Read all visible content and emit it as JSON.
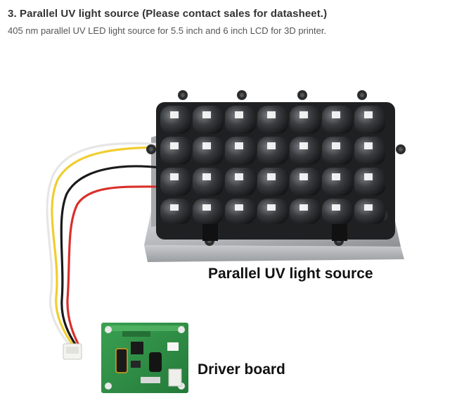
{
  "section": {
    "heading": "3. Parallel UV light source (Please contact sales for datasheet.)",
    "description": "405 nm  parallel UV LED light source for 5.5 inch and 6 inch LCD for 3D printer."
  },
  "figure": {
    "label_light_source": "Parallel UV light source",
    "label_driver_board": "Driver board"
  },
  "colors": {
    "wire_white": "#e8e8e8",
    "wire_yellow": "#f2d23a",
    "wire_black": "#1a1a1a",
    "wire_red": "#d9302b",
    "pcb_green": "#2f8f45",
    "heatsink_gray": "#b9bcbf"
  }
}
